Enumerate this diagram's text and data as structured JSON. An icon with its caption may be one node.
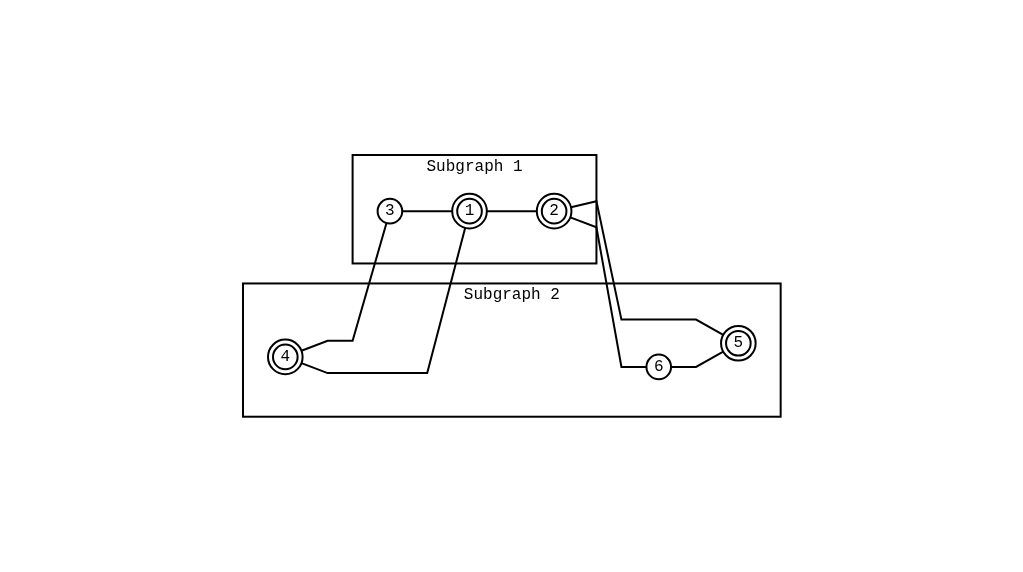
{
  "diagram": {
    "nodes": [
      {
        "text": [
          "Subgraph 2"
        ]
      },
      {
        "text": [
          "4"
        ],
        "in": 0
      },
      {
        "text": [
          "6"
        ],
        "in": 0
      },
      {
        "text": [
          "5"
        ],
        "in": 0
      },
      {
        "text": [
          "Subgraph 1"
        ]
      },
      {
        "text": [
          "1"
        ],
        "in": 4
      },
      {
        "text": [
          "2"
        ],
        "in": 4
      },
      {
        "text": [
          "3"
        ],
        "in": 4
      }
    ],
    "edges": [
      {
        "from": 1,
        "to": 5,
        "arrow": "none"
      },
      {
        "from": 1,
        "to": 7,
        "arrow": "none"
      },
      {
        "from": 7,
        "to": 5,
        "arrow": "none"
      },
      {
        "from": 5,
        "to": 6,
        "arrow": "none"
      },
      {
        "from": 6,
        "to": 2,
        "arrow": "none"
      },
      {
        "from": 6,
        "to": 3,
        "arrow": "none"
      },
      {
        "from": 2,
        "to": 3,
        "arrow": "none"
      }
    ]
  }
}
